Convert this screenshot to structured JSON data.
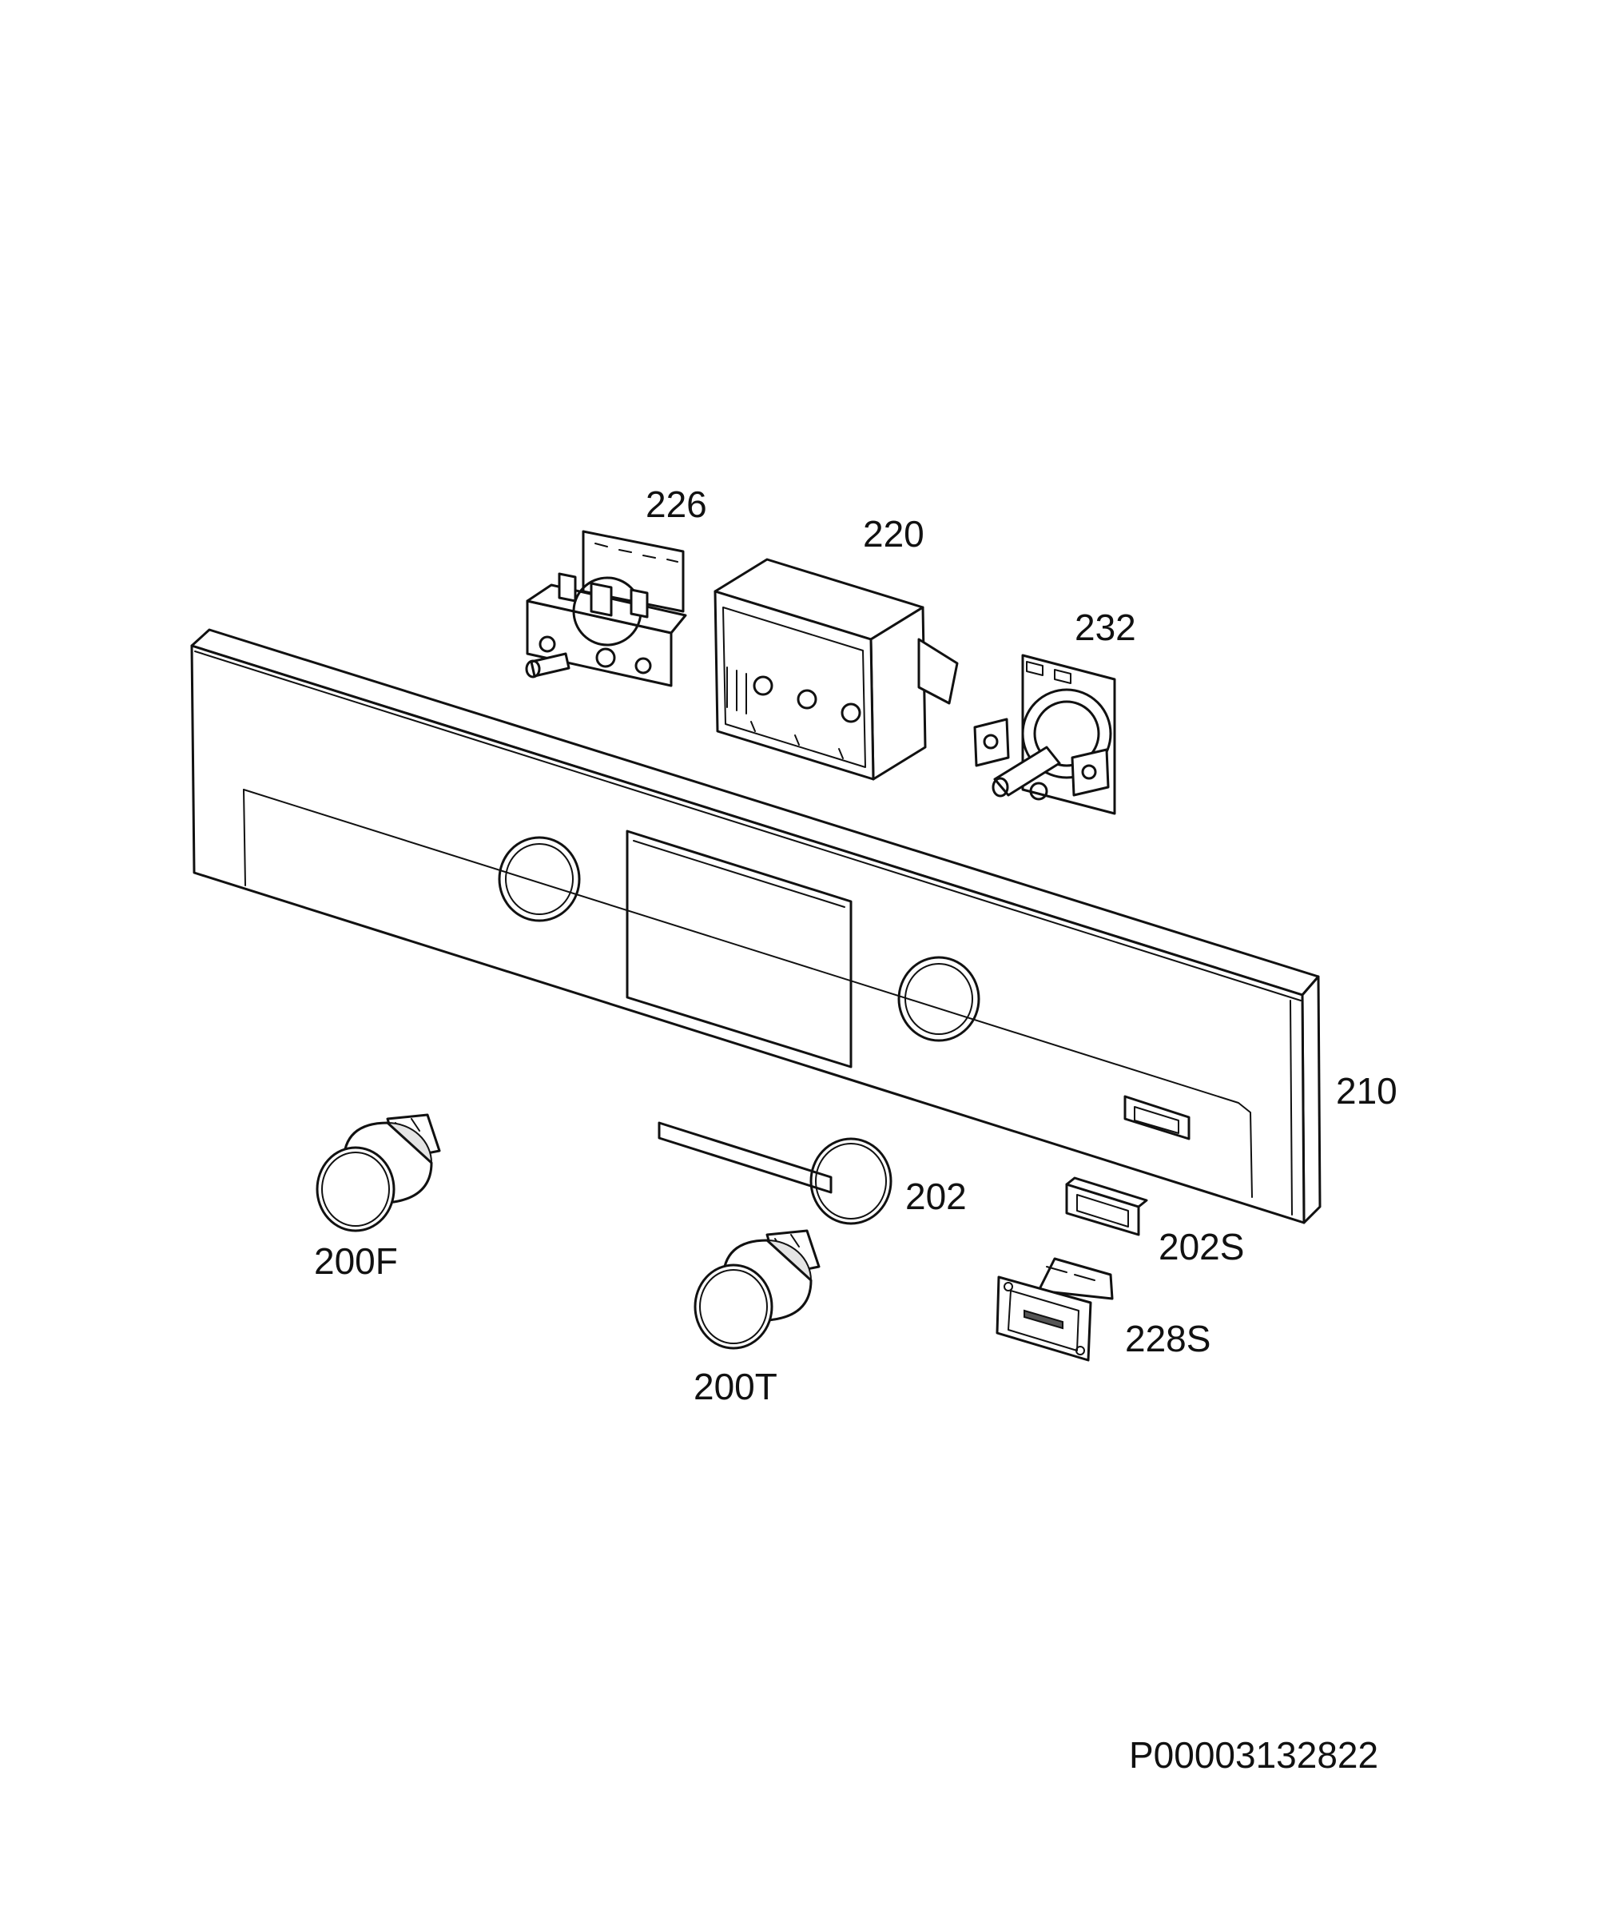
{
  "diagram": {
    "parts": [
      {
        "id": "226",
        "label": "226"
      },
      {
        "id": "220",
        "label": "220"
      },
      {
        "id": "232",
        "label": "232"
      },
      {
        "id": "210",
        "label": "210"
      },
      {
        "id": "202",
        "label": "202"
      },
      {
        "id": "202S",
        "label": "202S"
      },
      {
        "id": "228S",
        "label": "228S"
      },
      {
        "id": "200F",
        "label": "200F"
      },
      {
        "id": "200T",
        "label": "200T"
      }
    ],
    "document_id": "P00003132822"
  }
}
